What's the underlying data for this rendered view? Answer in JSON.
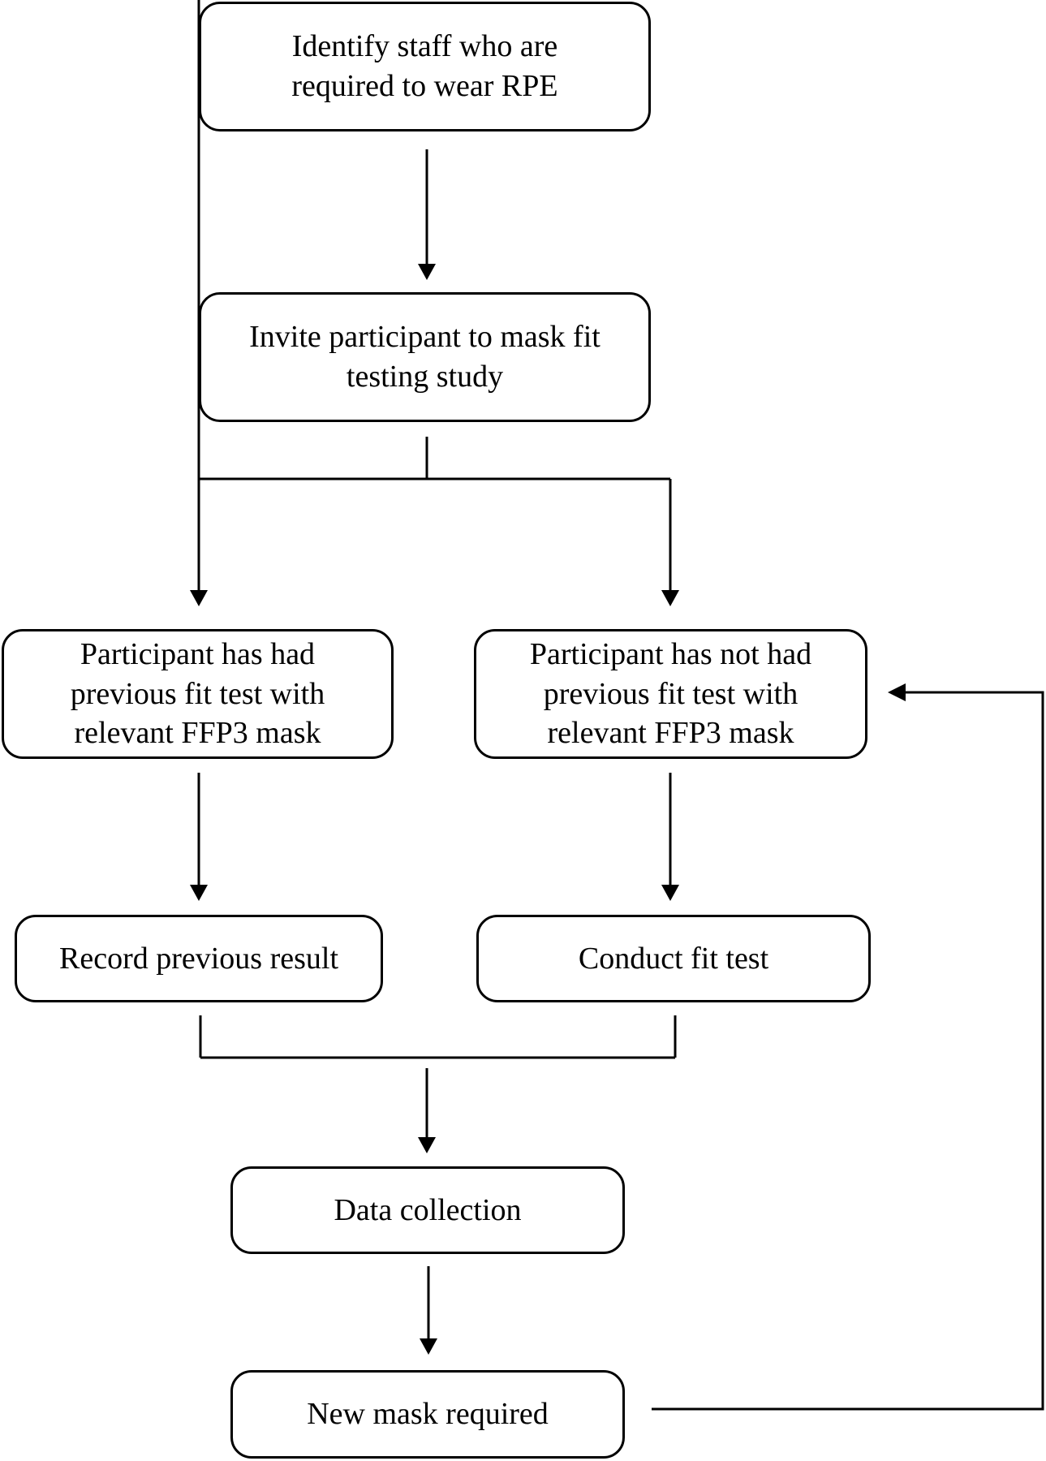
{
  "diagram": {
    "nodes": {
      "identify_staff": {
        "lines": [
          "Identify staff who are",
          "required to wear RPE"
        ]
      },
      "invite_participant": {
        "lines": [
          "Invite participant to mask fit",
          "testing study"
        ]
      },
      "had_previous_test": {
        "lines": [
          "Participant has had",
          "previous fit test with",
          "relevant FFP3 mask"
        ]
      },
      "not_had_previous_test": {
        "lines": [
          "Participant has not had",
          "previous fit test with",
          "relevant FFP3 mask"
        ]
      },
      "record_previous_result": {
        "lines": [
          "Record previous result"
        ]
      },
      "conduct_fit_test": {
        "lines": [
          "Conduct fit test"
        ]
      },
      "data_collection": {
        "lines": [
          "Data collection"
        ]
      },
      "new_mask_required": {
        "lines": [
          "New mask required"
        ]
      }
    },
    "edges": [
      {
        "from": "identify_staff",
        "to": "invite_participant"
      },
      {
        "from": "invite_participant",
        "to": "had_previous_test"
      },
      {
        "from": "invite_participant",
        "to": "not_had_previous_test"
      },
      {
        "from": "had_previous_test",
        "to": "record_previous_result"
      },
      {
        "from": "not_had_previous_test",
        "to": "conduct_fit_test"
      },
      {
        "from": "record_previous_result",
        "to": "data_collection"
      },
      {
        "from": "conduct_fit_test",
        "to": "data_collection"
      },
      {
        "from": "data_collection",
        "to": "new_mask_required"
      },
      {
        "from": "new_mask_required",
        "to": "not_had_previous_test"
      }
    ],
    "colors": {
      "stroke": "#000000",
      "fill": "#ffffff"
    }
  }
}
